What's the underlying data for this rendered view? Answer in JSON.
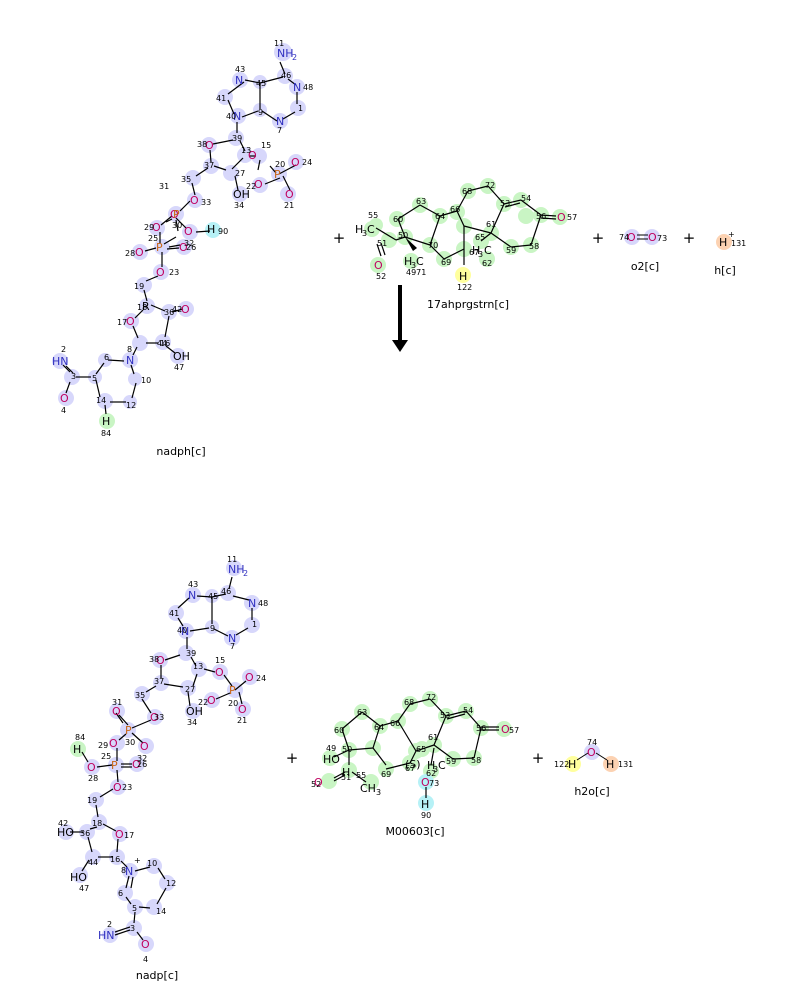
{
  "reaction": {
    "reactants": [
      {
        "id": "nadph",
        "label": "nadph[c]"
      },
      {
        "id": "17ahprgstrn",
        "label": "17ahprgstrn[c]"
      },
      {
        "id": "o2",
        "label": "o2[c]"
      },
      {
        "id": "h",
        "label": "h[c]"
      }
    ],
    "products": [
      {
        "id": "nadp",
        "label": "nadp[c]"
      },
      {
        "id": "m00603",
        "label": "M00603[c]"
      },
      {
        "id": "h2o",
        "label": "h2o[c]"
      }
    ],
    "plus": "+"
  },
  "colors": {
    "nadph_halo": "#d7d7fb",
    "steroid_halo": "#c9f5c4",
    "oxygen_atom": "#c00060",
    "nitrogen_atom": "#3030c0",
    "phosphorus_atom": "#c86414",
    "hydrogen_yellow": "#ffff9e",
    "hydrogen_cyan": "#b6f1f6",
    "hydrogen_orange": "#fcd2b2",
    "hydrogen_green": "#c9f5c4",
    "arrow": "#000000"
  }
}
